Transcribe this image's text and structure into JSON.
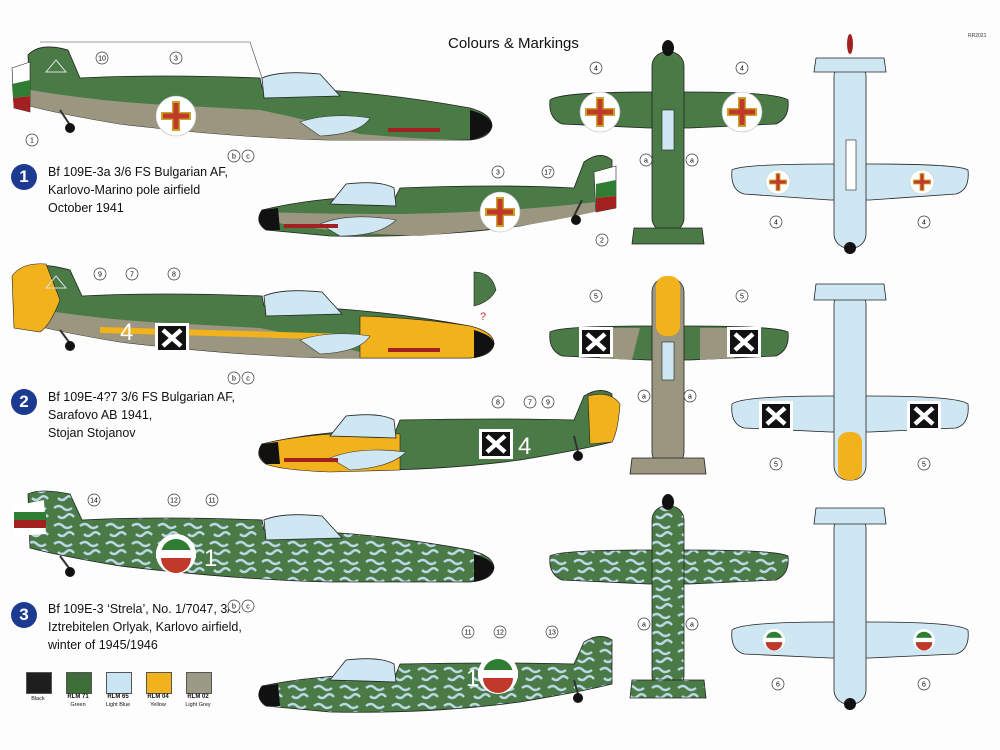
{
  "header": {
    "title": "Colours & Markings",
    "code": "RR2021"
  },
  "schemes": [
    {
      "number": "1",
      "lines": [
        "Bf 109E-3a 3/6 FS Bulgarian AF,",
        "Karlovo-Marino pole airfield",
        "October 1941"
      ],
      "tactical": ""
    },
    {
      "number": "2",
      "lines": [
        "Bf 109E-4?7 3/6 FS Bulgarian AF,",
        "Sarafovo AB 1941,",
        "Stojan Stojanov"
      ],
      "tactical": "4"
    },
    {
      "number": "3",
      "lines": [
        "Bf 109E-3 ‘Strela’, No. 1/7047, 3/6.",
        "Iztrebitelen Orlyak, Karlovo airfield,",
        "winter of 1945/1946"
      ],
      "tactical": "1"
    }
  ],
  "swatches": [
    {
      "code": "",
      "name": "Black",
      "color": "#1e1e1e"
    },
    {
      "code": "RLM 71",
      "name": "Green",
      "color": "#3f6d3a"
    },
    {
      "code": "RLM 65",
      "name": "Light Blue",
      "color": "#c9e4f2"
    },
    {
      "code": "RLM 04",
      "name": "Yellow",
      "color": "#f2b21c"
    },
    {
      "code": "RLM 02",
      "name": "Light Grey",
      "color": "#9a9a86"
    }
  ],
  "markers": {
    "side1a": [
      "10",
      "3",
      "1",
      "b",
      "c"
    ],
    "side1b": [
      "3",
      "17",
      "2"
    ],
    "top1": [
      "4",
      "4",
      "a",
      "a"
    ],
    "bottom1": [
      "4",
      "4"
    ],
    "side2a": [
      "9",
      "7",
      "8",
      "b",
      "c"
    ],
    "side2b": [
      "8",
      "7",
      "9"
    ],
    "question": "?",
    "top2": [
      "5",
      "5",
      "a",
      "a"
    ],
    "bottom2": [
      "5",
      "5"
    ],
    "side3a": [
      "14",
      "12",
      "11",
      "b",
      "c"
    ],
    "side3b": [
      "11",
      "12",
      "13"
    ],
    "top3": [
      "a",
      "a"
    ],
    "bottom3": [
      "6",
      "6"
    ]
  },
  "colors": {
    "green": "#4a7a45",
    "grey": "#9a9680",
    "lightblue": "#cfe6f3",
    "yellow": "#f2b21c",
    "navy": "#1c3a8f"
  }
}
